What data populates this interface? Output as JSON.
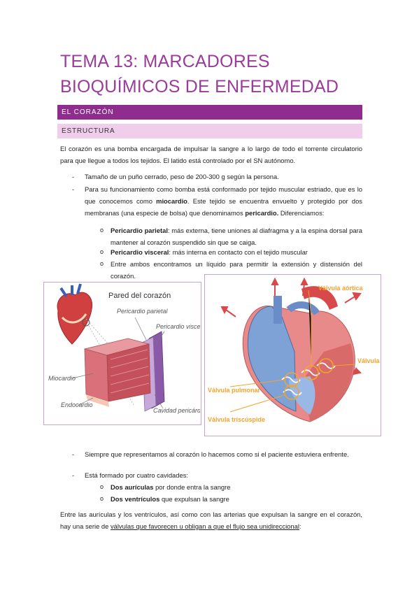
{
  "title": "TEMA 13: MARCADORES BIOQUÍMICOS DE ENFERMEDAD CARDIOVASCULAR",
  "section": "EL CORAZÓN",
  "subsection": "ESTRUCTURA",
  "intro": "El corazón es una bomba encargada de impulsar la sangre a lo largo de todo el torrente circulatorio para que llegue a todos los tejidos.  El latido está controlado por el SN autónomo.",
  "bullet1": "Tamaño de un puño cerrado, peso de 200-300 g según la persona.",
  "bullet2": {
    "pre": "Para su funcionamiento como bomba está conformado por tejido muscular estriado, que es lo que conocemos como ",
    "b1": "miocardio",
    "mid": ". Este tejido se encuentra envuelto y protegido por dos membranas (una especie de bolsa) que denominamos ",
    "b2": "pericardio.",
    "post": " Diferenciamos:"
  },
  "sub1": {
    "term": "Pericardio parietal",
    "text": ": más externa, tiene uniones al diafragma y a la espina dorsal para mantener al corazón suspendido sin que se caiga."
  },
  "sub2": {
    "term": "Pericardio visceral",
    "text": ": más interna en contacto con el tejido muscular"
  },
  "sub3": "Entre ambos encontramos un líquido para permitir la extensión y distensión del corazón.",
  "fig1": {
    "title": "Pared del corazón",
    "labels": {
      "parietal": "Pericardio parietal",
      "visceral": "Pericardio visceral",
      "miocardio": "Miocardio",
      "endocardio": "Endocardio",
      "cavidad": "Cavidad pericárdica"
    }
  },
  "fig2": {
    "aortica": "Válvula aórtica",
    "mitral": "Válvula mitral",
    "pulmonar": "Válvula pulmonar",
    "tricuspide": "Válvula triscúspide"
  },
  "bullet3": "Siempre que representamos al corazón lo hacemos como si el paciente estuviera enfrente.",
  "bullet4": "Está formado por cuatro cavidades:",
  "sub4": {
    "term": "Dos aurículas",
    "text": " por donde entra la sangre"
  },
  "sub5": {
    "term": "Dos ventrículos",
    "text": " que expulsan la sangre"
  },
  "closing": {
    "pre": "Entre las aurículas y los ventrículos, así como con las arterias que expulsan la sangre en el corazón, hay una serie de ",
    "u": "válvulas que favorecen u obligan a que el flujo sea unidireccional",
    "post": ":"
  },
  "bullet_marker": "-",
  "sub_marker": "o",
  "colors": {
    "title": "#9b3b9b",
    "section_bar": "#8e2d8e",
    "subsection_bar": "#f0cdea",
    "valve_label": "#f2a42c"
  }
}
